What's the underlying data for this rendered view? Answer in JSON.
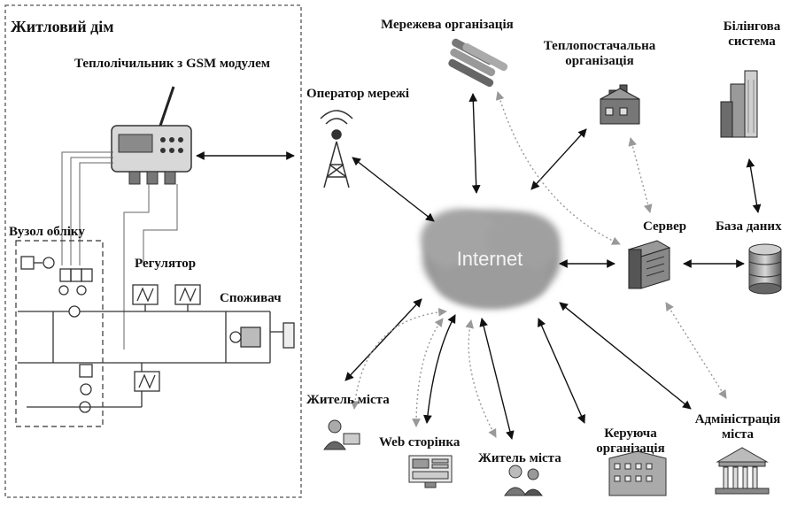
{
  "house": {
    "title": "Житловий дім",
    "meter_label": "Теплолічильник з GSM модулем",
    "metering_unit_label": "Вузол обліку",
    "regulator_label": "Регулятор",
    "consumer_label": "Споживач"
  },
  "network": {
    "internet_label": "Internet",
    "operator_label": "Оператор мережі",
    "network_org_label": "Мережева організація",
    "heat_supply_label_1": "Теплопостачальна",
    "heat_supply_label_2": "організація",
    "billing_label_1": "Білінгова",
    "billing_label_2": "система",
    "server_label": "Сервер",
    "database_label": "База даних",
    "resident1_label": "Житель міста",
    "web_label": "Web сторінка",
    "resident2_label": "Житель міста",
    "managing_label_1": "Керуюча",
    "managing_label_2": "організація",
    "admin_label_1": "Адміністрація",
    "admin_label_2": "міста"
  },
  "colors": {
    "solid_arrow": "#111111",
    "dashed_arrow": "#999999",
    "cloud": "#a9a9a9",
    "frame": "#555555"
  }
}
